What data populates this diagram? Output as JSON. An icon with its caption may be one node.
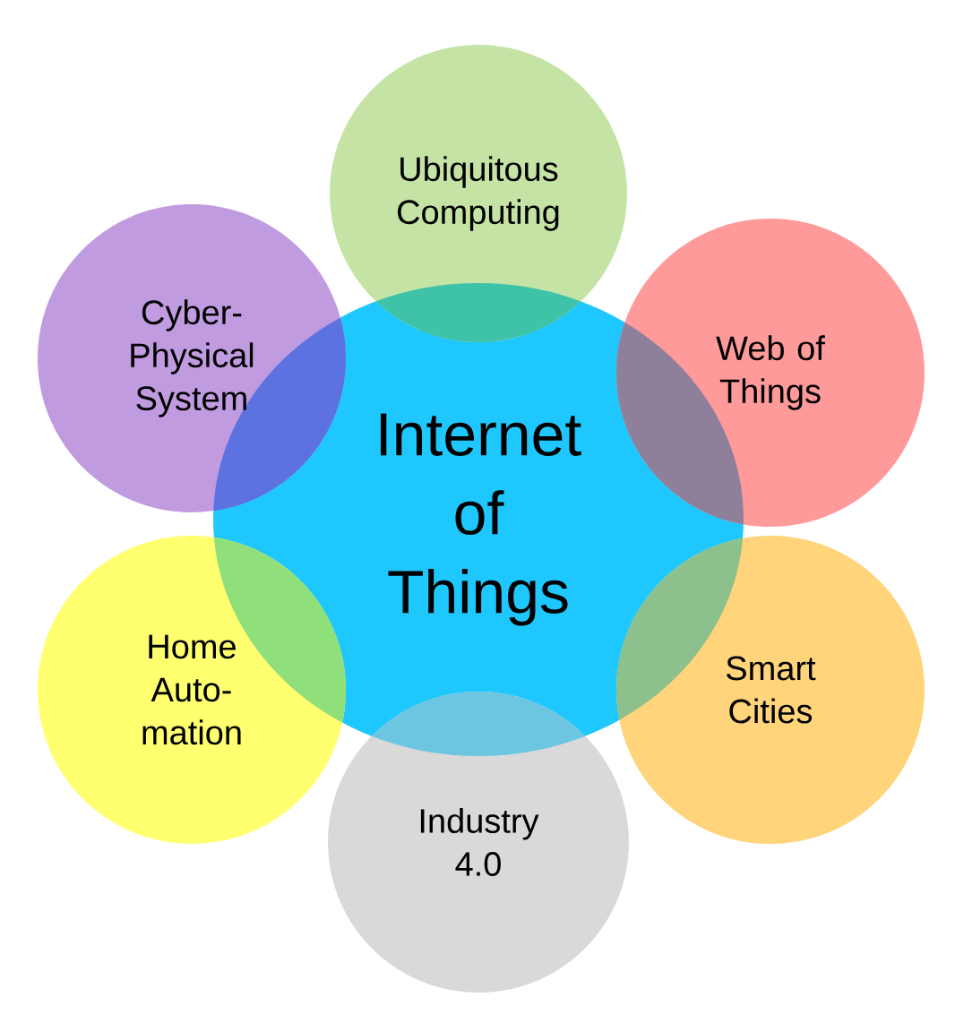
{
  "diagram": {
    "nodes": [
      {
        "text": [
          "Internet of Things"
        ]
      },
      {
        "text": [
          "Ubiquitous Computing"
        ]
      },
      {
        "text": [
          "Web of Things"
        ]
      },
      {
        "text": [
          "Smart Cities"
        ]
      },
      {
        "text": [
          "Industry 4.0"
        ]
      },
      {
        "text": [
          "Home Auto- mation"
        ]
      },
      {
        "text": [
          "Cyber- Physical System"
        ]
      }
    ]
  }
}
